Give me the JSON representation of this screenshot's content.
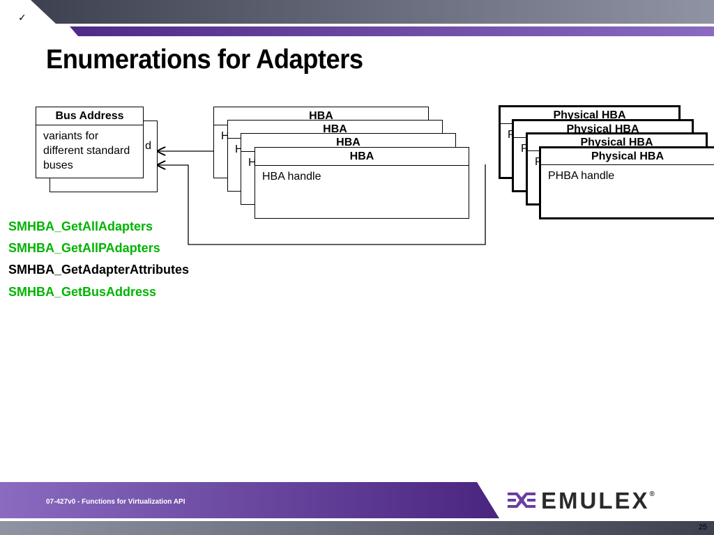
{
  "slide": {
    "check_mark": "✓",
    "title": "Enumerations for Adapters",
    "page_number": "25",
    "footer_text": "07-427v0 - Functions for Virtualization API",
    "logo_text": "EMULEX",
    "logo_mark": "®"
  },
  "diagram": {
    "bus_address": {
      "header": "Bus Address",
      "body": "variants for different standard buses",
      "back_fragment_1": "d",
      "back_fragment_2": "buses"
    },
    "hba": {
      "header": "HBA",
      "body": "HBA handle",
      "peek": "H"
    },
    "physical_hba": {
      "header": "Physical HBA",
      "body": "PHBA handle",
      "peek": "P"
    }
  },
  "functions": [
    {
      "name": "SMHBA_GetAllAdapters",
      "color": "#00b400"
    },
    {
      "name": "SMHBA_GetAllPAdapters",
      "color": "#00b400"
    },
    {
      "name": "SMHBA_GetAdapterAttributes",
      "color": "#000000"
    },
    {
      "name": "SMHBA_GetBusAddress",
      "color": "#00b400"
    }
  ],
  "colors": {
    "accent_purple": "#6a3f9e",
    "band_grey": "#6d7182",
    "function_green": "#00b400"
  }
}
